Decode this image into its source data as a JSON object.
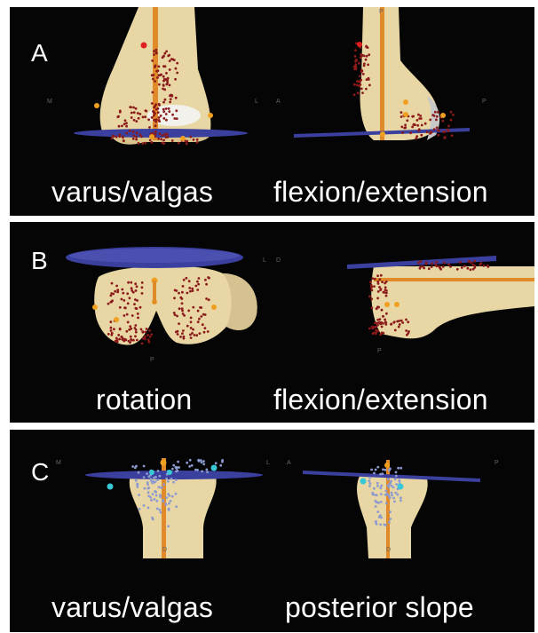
{
  "panels": [
    {
      "label": "A",
      "captions": [
        "varus/valgas",
        "flexion/extension"
      ],
      "axis_marks": [
        "M",
        "L",
        "A",
        "P",
        "P"
      ]
    },
    {
      "label": "B",
      "captions": [
        "rotation",
        "flexion/extension"
      ],
      "axis_marks": [
        "L",
        "P",
        "D",
        "P"
      ]
    },
    {
      "label": "C",
      "captions": [
        "varus/valgas",
        "posterior slope"
      ],
      "axis_marks": [
        "M",
        "L",
        "A",
        "P",
        "D",
        "D"
      ]
    }
  ],
  "colors": {
    "background": "#050505",
    "bone": "#e8d6a4",
    "plane": "#3b3f9e",
    "axis_rod": "#e08a2a",
    "femur_points": "#8b1a1a",
    "tibia_points": "#8c9ad0",
    "landmark_orange": "#f0a020",
    "landmark_cyan": "#38c8d8"
  }
}
